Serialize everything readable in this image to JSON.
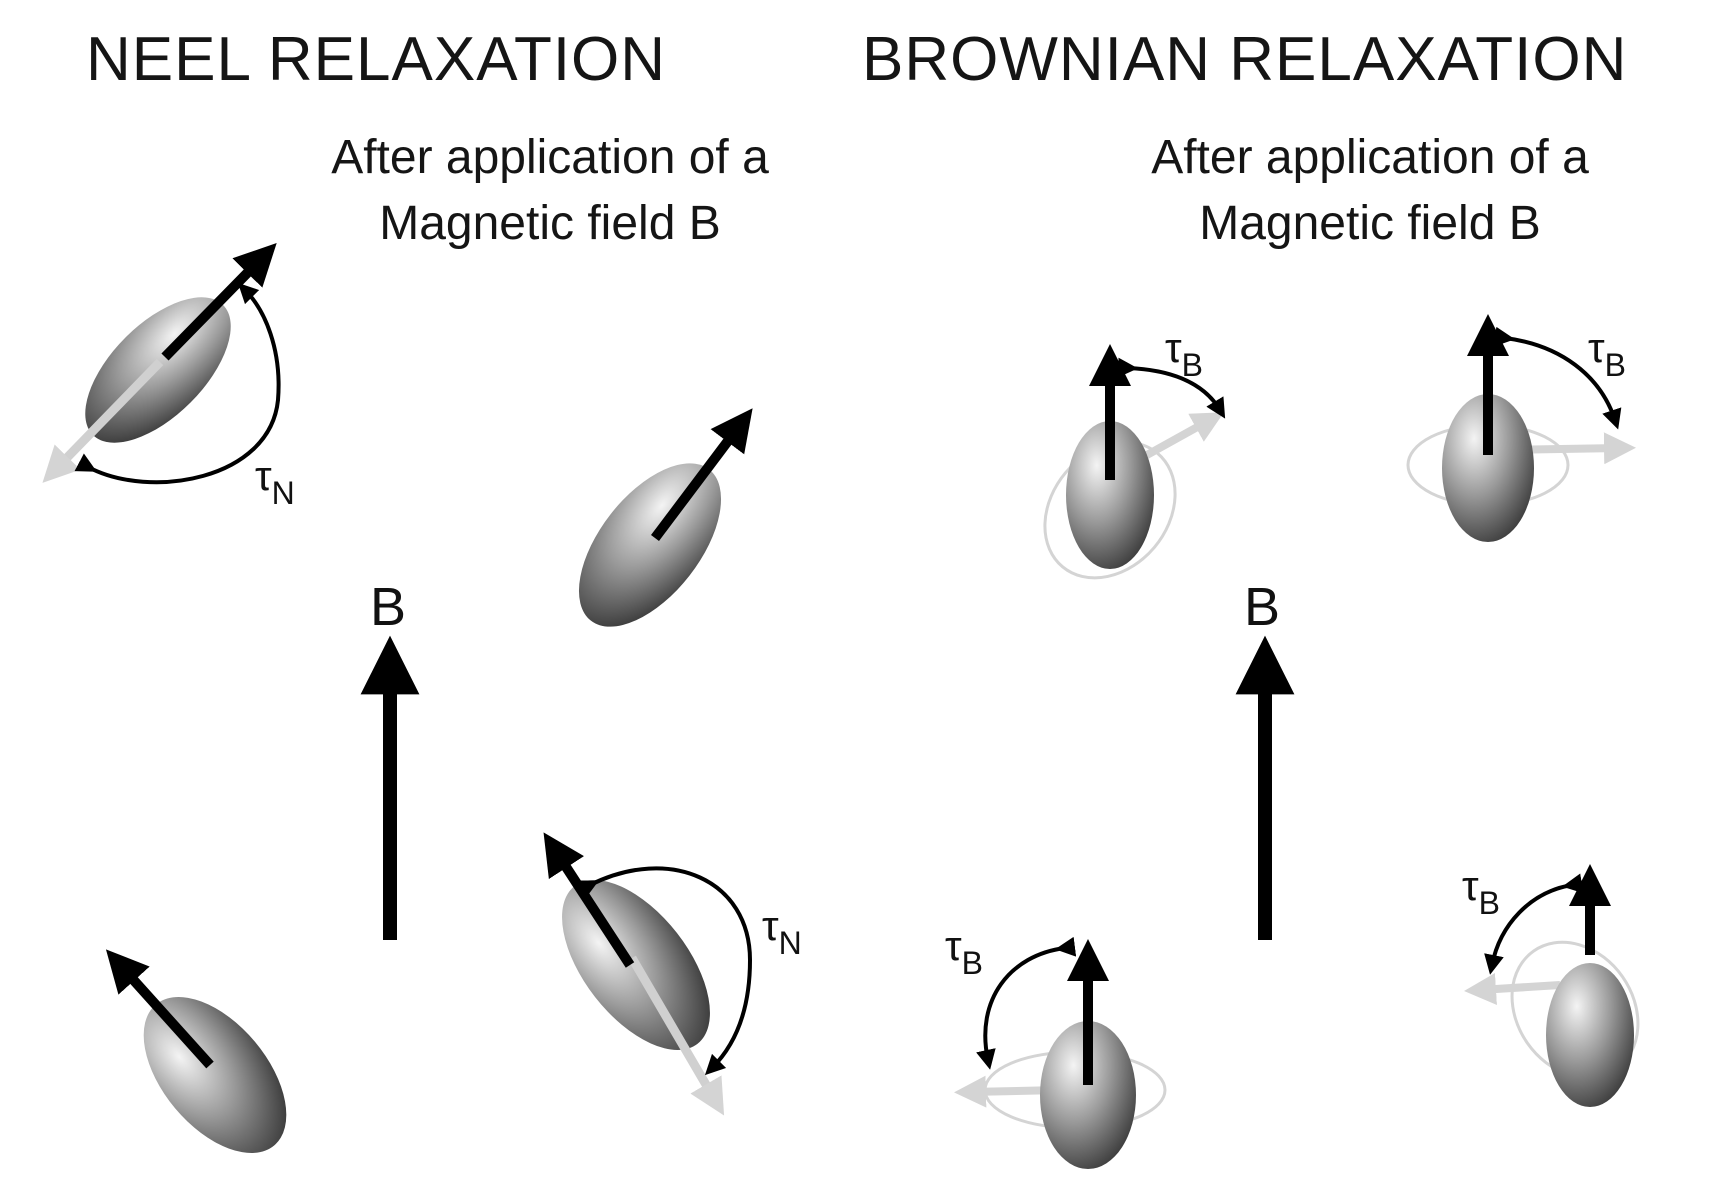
{
  "neel": {
    "title": "NEEL RELAXATION",
    "after_line1": "After application of a",
    "after_line2": "Magnetic field B",
    "field_label": "B",
    "tau_symbol": "τ",
    "tau_subscript": "N"
  },
  "brownian": {
    "title": "BROWNIAN RELAXATION",
    "after_line1": "After application of a",
    "after_line2": "Magnetic field B",
    "field_label": "B",
    "tau_symbol": "τ",
    "tau_subscript": "B"
  }
}
